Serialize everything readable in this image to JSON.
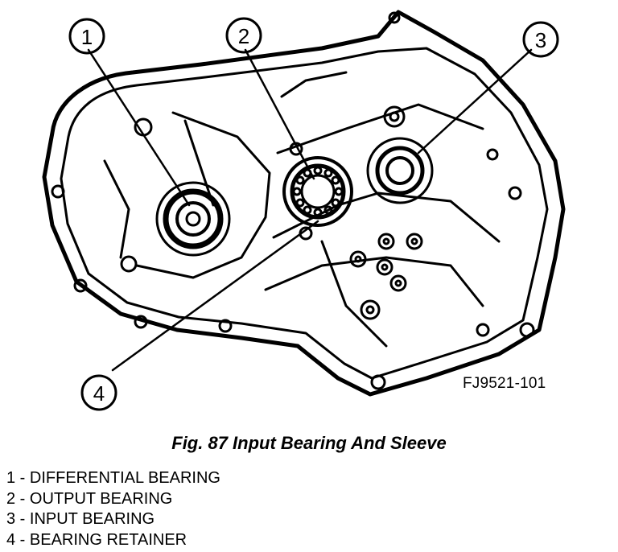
{
  "figure": {
    "reference_code": "FJ9521-101",
    "caption": "Fig. 87 Input Bearing And Sleeve"
  },
  "callouts": [
    {
      "number": "1",
      "label": "1 - DIFFERENTIAL BEARING"
    },
    {
      "number": "2",
      "label": "2 - OUTPUT BEARING"
    },
    {
      "number": "3",
      "label": "3 - INPUT BEARING"
    },
    {
      "number": "4",
      "label": "4 - BEARING RETAINER"
    }
  ]
}
